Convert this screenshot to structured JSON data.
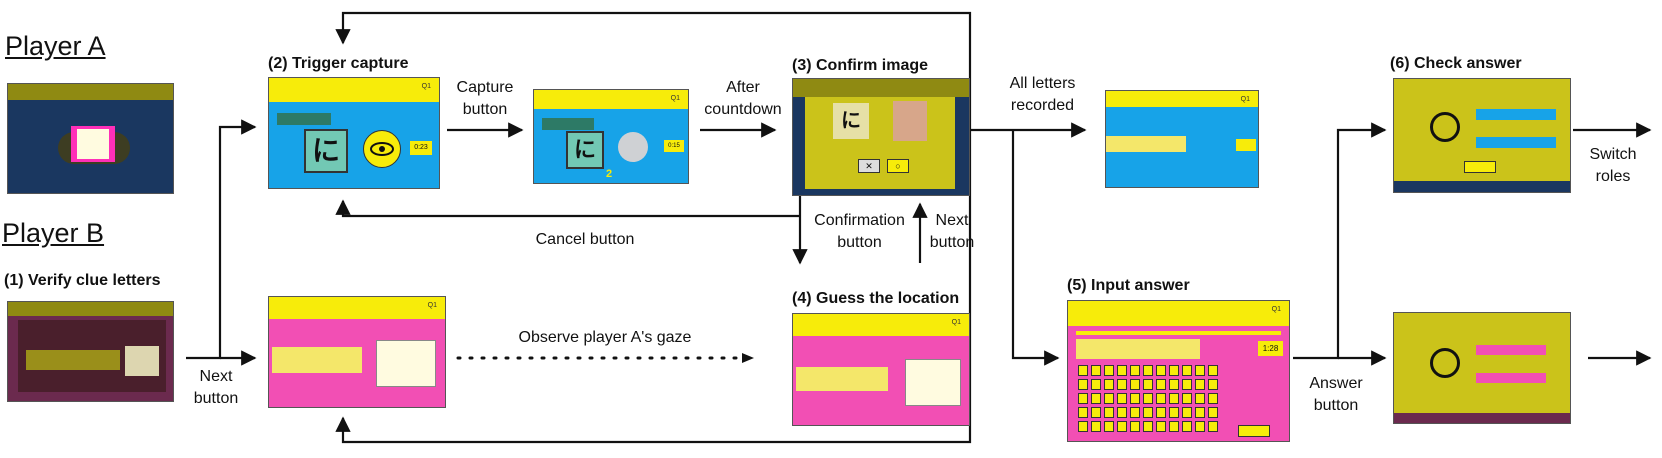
{
  "players": {
    "a": "Player A",
    "b": "Player B"
  },
  "steps": {
    "s1": "(1) Verify clue letters",
    "s2": "(2) Trigger capture",
    "s3": "(3) Confirm image",
    "s4": "(4) Guess the location",
    "s5": "(5) Input answer",
    "s6": "(6) Check answer"
  },
  "labels": {
    "capture": [
      "Capture",
      "button"
    ],
    "countdown": [
      "After",
      "countdown"
    ],
    "all_letters": [
      "All letters",
      "recorded"
    ],
    "switch": [
      "Switch",
      "roles"
    ],
    "next_left": [
      "Next",
      "button"
    ],
    "cancel": "Cancel button",
    "confirmation": [
      "Confirmation",
      "button"
    ],
    "next_right": [
      "Next",
      "button"
    ],
    "observe": "Observe player A's gaze",
    "answer": [
      "Answer",
      "button"
    ]
  },
  "screen_text": {
    "kana": "に",
    "timer_2": "0:23",
    "timer_2b": "0:15",
    "timer_5": "1:28",
    "count": "2",
    "q": "Q1",
    "circle_mark": "○",
    "x_mark": "✕"
  },
  "colors": {
    "blue": "#17a3e8",
    "yellow": "#f7ec0a",
    "pink": "#f24fb4",
    "dark_overlay": "#1a3760",
    "olive": "#cbc31a",
    "teal_card": "#72c8b4",
    "maroon": "#6b2a4e"
  }
}
